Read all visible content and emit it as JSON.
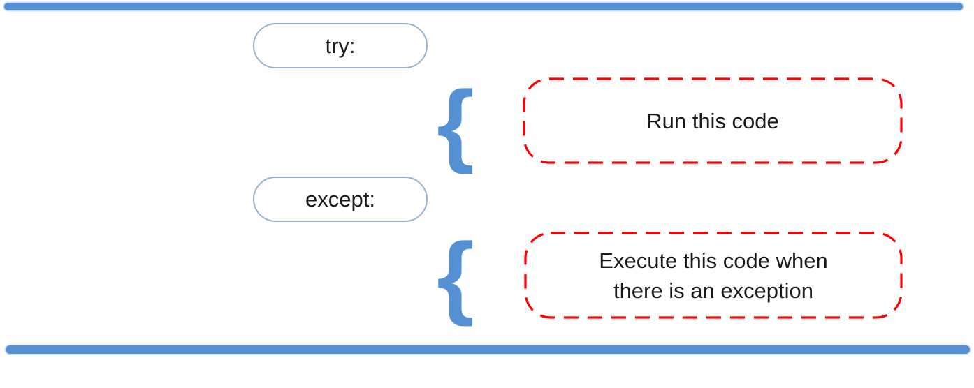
{
  "diagram": {
    "try_block": {
      "keyword": "try:",
      "note": "Run this code"
    },
    "except_block": {
      "keyword": "except:",
      "note_lines": [
        "Execute this code when",
        "there is an exception"
      ]
    },
    "brace_glyph": "{",
    "colors": {
      "bar_blue": "#5591D2",
      "brace_blue": "#5591D2",
      "pill_border_blue": "#95B3D7",
      "dashed_red": "#FF0000",
      "text_black": "#1A1A1A"
    }
  }
}
